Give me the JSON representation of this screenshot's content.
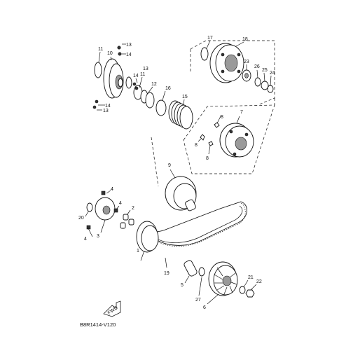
{
  "diagram_code": "B8R1414-V120",
  "fwd_label": "FWD",
  "callouts": [
    "1",
    "2",
    "3",
    "4",
    "4",
    "4",
    "5",
    "6",
    "7",
    "8",
    "8",
    "8",
    "9",
    "10",
    "11",
    "11",
    "12",
    "13",
    "13",
    "13",
    "14",
    "14",
    "14",
    "15",
    "16",
    "17",
    "18",
    "19",
    "20",
    "21",
    "22",
    "23",
    "24",
    "25",
    "26",
    "27"
  ]
}
